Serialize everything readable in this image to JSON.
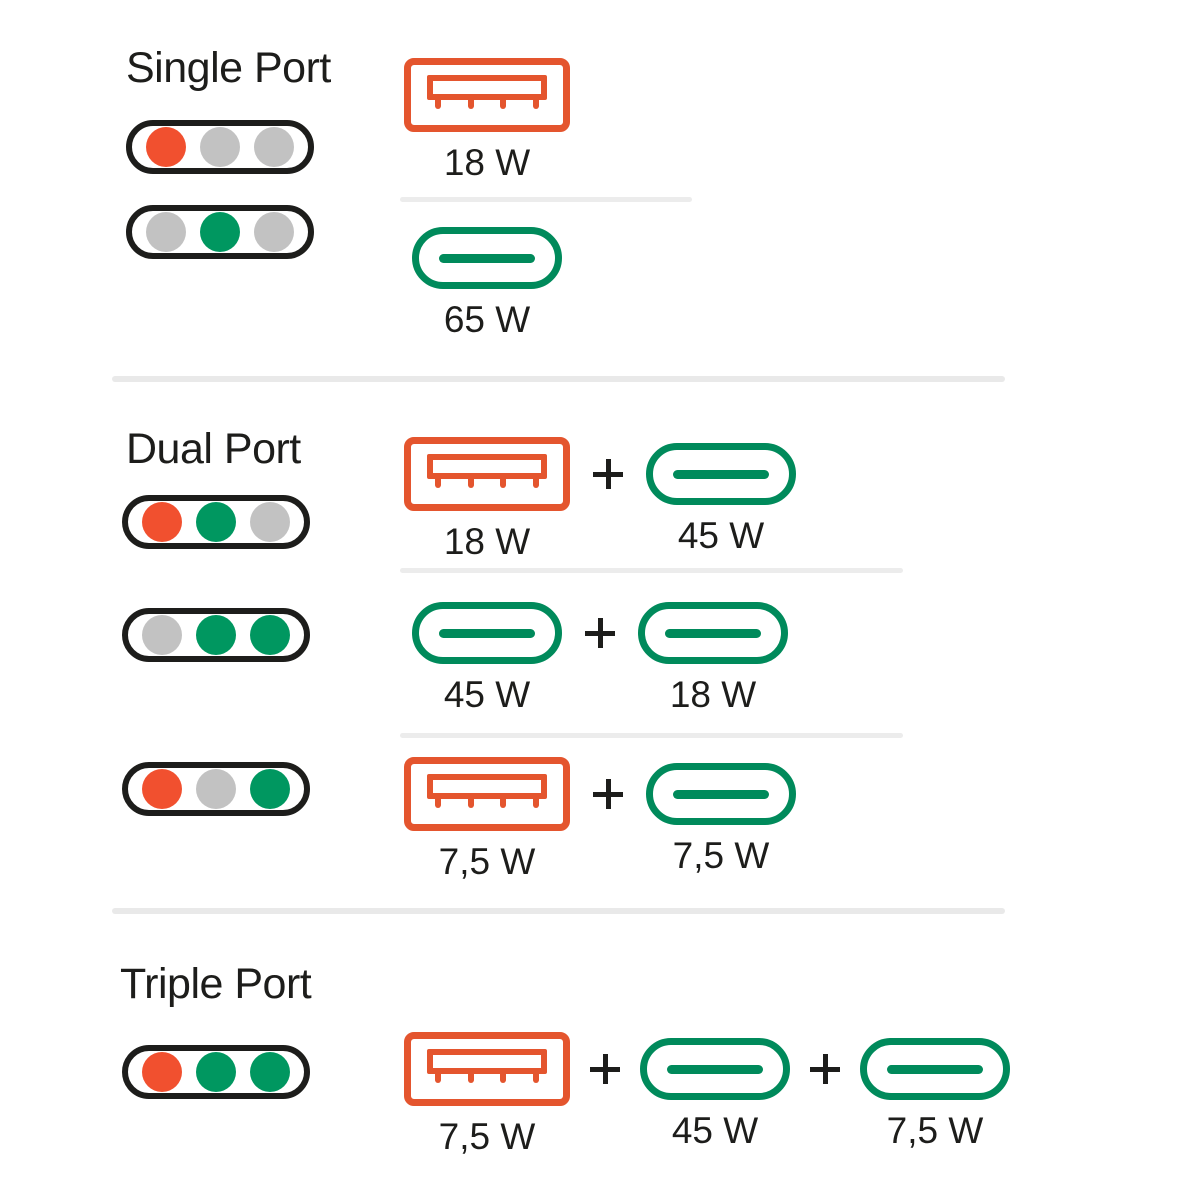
{
  "diagram": {
    "title_hidden": "",
    "colors": {
      "usb_a_orange": "#e4552e",
      "usb_c_green": "#008a5b",
      "led_orange": "#f1502f",
      "led_green": "#009760",
      "led_gray": "#c2c2c2",
      "outline_dark": "#1d1d1b",
      "divider_gray": "#e9e9e9",
      "background": "#ffffff"
    },
    "plus_symbol": "+",
    "sections": [
      {
        "id": "single-port",
        "title": "Single Port",
        "rows": [
          {
            "id": "single-row-1",
            "leds": [
              "orange",
              "gray",
              "gray"
            ],
            "ports": [
              {
                "type": "usb-a",
                "watt": "18 W"
              }
            ]
          },
          {
            "id": "single-row-2",
            "leds": [
              "gray",
              "green",
              "gray"
            ],
            "ports": [
              {
                "type": "usb-c",
                "watt": "65 W"
              }
            ]
          }
        ]
      },
      {
        "id": "dual-port",
        "title": "Dual Port",
        "rows": [
          {
            "id": "dual-row-1",
            "leds": [
              "orange",
              "green",
              "gray"
            ],
            "ports": [
              {
                "type": "usb-a",
                "watt": "18 W"
              },
              {
                "type": "usb-c",
                "watt": "45 W"
              }
            ]
          },
          {
            "id": "dual-row-2",
            "leds": [
              "gray",
              "green",
              "green"
            ],
            "ports": [
              {
                "type": "usb-c",
                "watt": "45 W"
              },
              {
                "type": "usb-c",
                "watt": "18 W"
              }
            ]
          },
          {
            "id": "dual-row-3",
            "leds": [
              "orange",
              "gray",
              "green"
            ],
            "ports": [
              {
                "type": "usb-a",
                "watt": "7,5 W"
              },
              {
                "type": "usb-c",
                "watt": "7,5 W"
              }
            ]
          }
        ]
      },
      {
        "id": "triple-port",
        "title": "Triple Port",
        "rows": [
          {
            "id": "triple-row-1",
            "leds": [
              "orange",
              "green",
              "green"
            ],
            "ports": [
              {
                "type": "usb-a",
                "watt": "7,5 W"
              },
              {
                "type": "usb-c",
                "watt": "45 W"
              },
              {
                "type": "usb-c",
                "watt": "7,5 W"
              }
            ]
          }
        ]
      }
    ],
    "labels": {
      "single_title": "Single Port",
      "dual_title": "Dual Port",
      "triple_title": "Triple Port",
      "w18": "18 W",
      "w65": "65 W",
      "w45": "45 W",
      "w75": "7,5 W"
    }
  }
}
